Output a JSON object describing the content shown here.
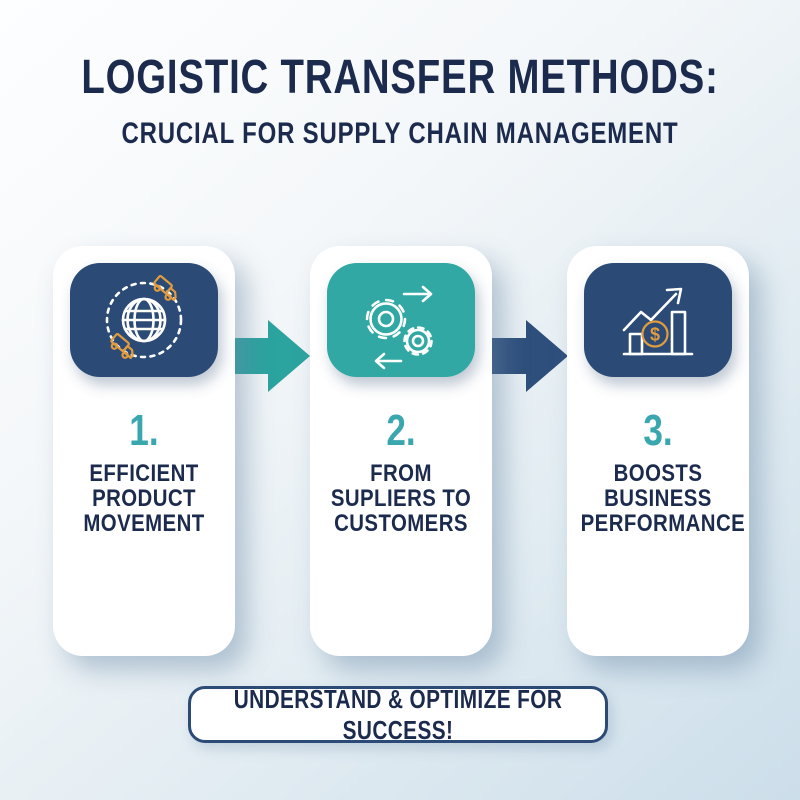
{
  "page": {
    "title": "LOGISTIC TRANSFER METHODS:",
    "subtitle": "CRUCIAL FOR SUPPLY CHAIN MANAGEMENT"
  },
  "steps": [
    {
      "number": "1.",
      "lines": [
        "EFFICIENT",
        "PRODUCT",
        "MOVEMENT"
      ],
      "icon": "globe-logistics-icon",
      "tile_color": "#2b4a76"
    },
    {
      "number": "2.",
      "lines": [
        "FROM",
        "SUPLIERS TO",
        "CUSTOMERS"
      ],
      "icon": "gears-process-icon",
      "tile_color": "#31a8a3"
    },
    {
      "number": "3.",
      "lines": [
        "BOOSTS",
        "BUSINESS",
        "PERFORMANCE"
      ],
      "icon": "growth-chart-icon",
      "tile_color": "#2b4a76"
    }
  ],
  "connectors": [
    {
      "direction": "right",
      "color": "#2ba39f"
    },
    {
      "direction": "right",
      "color": "#2e4e7c"
    }
  ],
  "banner": {
    "label": "UNDERSTAND & OPTIMIZE FOR SUCCESS!"
  },
  "colors": {
    "heading_text": "#1c2b4d",
    "step_number": "#3aa7ae",
    "tile_navy": "#2b4a76",
    "tile_teal": "#31a8a3",
    "icon_orange": "#e09c3e",
    "arrow_teal": "#2ba39f",
    "arrow_navy": "#2e4e7c",
    "banner_border": "#2b4a76",
    "card_background": "#ffffff"
  }
}
